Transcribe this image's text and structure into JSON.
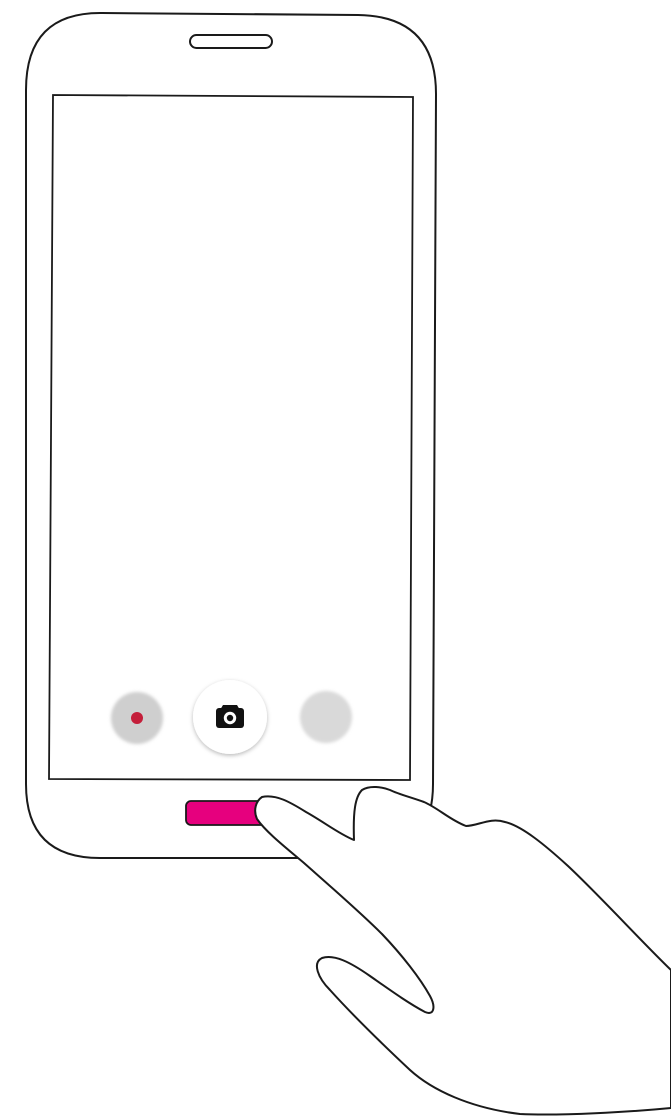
{
  "illustration": {
    "subject": "smartphone-with-hand-pressing-home-button",
    "background_color": "#ffffff",
    "outline_color": "#1a1a1a",
    "fill_color": "#ffffff"
  },
  "phone": {
    "earpiece": "speaker-slot",
    "screen_color": "#ffffff",
    "home_button": {
      "icon": "home-button",
      "color": "#e6007e",
      "state": "pressed"
    }
  },
  "camera_controls": {
    "record": {
      "icon": "record-dot-icon",
      "button_color": "#cfcfcf",
      "dot_color": "#c41e3a"
    },
    "shutter": {
      "icon": "camera-icon",
      "button_color": "#ffffff",
      "icon_color": "#111111"
    },
    "gallery": {
      "icon": "gallery-thumbnail",
      "button_color": "#d9d9d9"
    }
  },
  "hand": {
    "icon": "pointing-hand"
  }
}
